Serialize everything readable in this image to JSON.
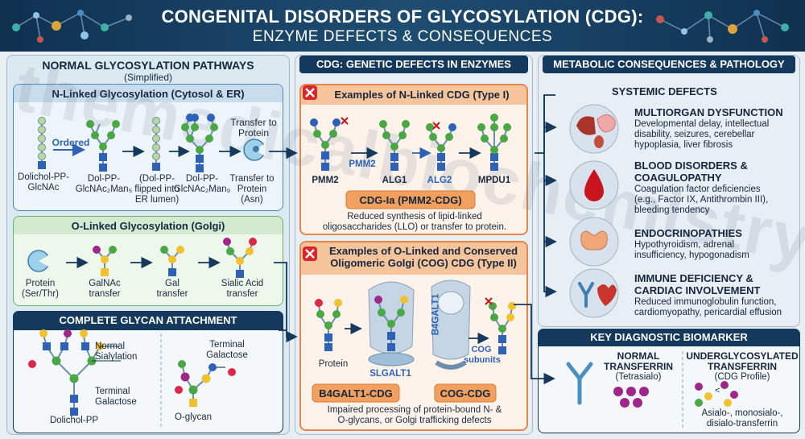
{
  "header": {
    "title": "CONGENITAL DISORDERS OF GLYCOSYLATION (CDG):",
    "subtitle": "ENZYME DEFECTS & CONSEQUENCES"
  },
  "left": {
    "title": "NORMAL GLYCOSYLATION PATHWAYS",
    "subtitle": "(Simplified)",
    "nlinked": {
      "title": "N-Linked Glycosylation (Cytosol & ER)",
      "ordered": "Ordered",
      "steps": [
        "Dolichol-PP-\nGlcNAc",
        "Dol-PP-\nGlcNAc₂Man₅",
        "(Dol-PP-\nflipped into\nER lumen)",
        "Dol-PP-\nGlcNAc₂Man₉",
        "Transfer to\nProtein\n(Asn)"
      ],
      "transfer_top": "Transfer to\nProtein"
    },
    "olinked": {
      "title": "O-Linked Glycosylation (Golgi)",
      "steps": [
        "Protein\n(Ser/Thr)",
        "GalNAc\ntransfer",
        "Gal\ntransfer",
        "Sialic Acid\ntransfer"
      ]
    },
    "complete": {
      "title": "COMPLETE GLYCAN ATTACHMENT",
      "normal": "Normal\nSialylation",
      "terminal1": "Terminal\nGalactose",
      "dolichol": "Dolichol-PP",
      "terminal2": "Terminal\nGalactose",
      "oglycan": "O-glycan"
    }
  },
  "middle": {
    "title": "CDG: GENETIC DEFECTS IN ENZYMES",
    "type1": {
      "title": "Examples of N-Linked CDG (Type I)",
      "labels": [
        "PMM2",
        "PMM2",
        "ALG1",
        "ALG2",
        "MPDU1"
      ],
      "badge": "CDG-Ia (PMM2-CDG)",
      "desc": "Reduced synthesis of lipid-linked\noligosaccharides (LLO) or transfer to protein."
    },
    "type2": {
      "title": "Examples of O-Linked and Conserved\nOligomeric Golgi (COG) CDG (Type II)",
      "protein": "Protein",
      "b4galt1": "B4GALT1",
      "slgalt1": "SLGALT1",
      "cog": "COG\nsubunits",
      "badge1": "B4GALT1-CDG",
      "badge2": "COG-CDG",
      "desc": "Impaired processing of protein-bound N- &\nO-glycans, or Golgi trafficking defects"
    }
  },
  "right": {
    "title": "METABOLIC CONSEQUENCES & PATHOLOGY",
    "systemic": "SYSTEMIC DEFECTS",
    "items": [
      {
        "title": "MULTIORGAN DYSFUNCTION",
        "desc": "Developmental delay, intellectual\ndisability, seizures, cerebellar\nhypoplasia, liver fibrosis"
      },
      {
        "title": "BLOOD DISORDERS &\nCOAGULOPATHY",
        "desc": "Coagulation factor deficiencies\n(e.g., Factor IX, Antithrombin III),\nbleeding tendency"
      },
      {
        "title": "ENDOCRINOPATHIES",
        "desc": "Hypothyroidism, adrenal\ninsufficiency, hypogonadism"
      },
      {
        "title": "IMMUNE DEFICIENCY &\nCARDIAC INVOLVEMENT",
        "desc": "Reduced immunoglobulin function,\ncardiomyopathy, pericardial effusion"
      }
    ],
    "biomarker": {
      "title": "KEY DIAGNOSTIC BIOMARKER",
      "normal": "NORMAL\nTRANSFERRIN",
      "normal_sub": "(Tetrasialo)",
      "under": "UNDERGLYCOSYLATED\nTRANSFERRIN",
      "under_sub": "(CDG Profile)",
      "forms": "Asialo-, monosialo-,\ndisialo-transferrin"
    }
  },
  "watermark": "themedicalbiochemistrypage.org",
  "colors": {
    "navy": "#14395c",
    "glcnac": "#2d62b8",
    "mannose": "#49a843",
    "galactose": "#f2c12e",
    "sialic": "#a0268a",
    "fucose": "#e02646",
    "panelLeft": "#dbe9f1",
    "orange": "#f4a866",
    "blood": "#c9141e"
  }
}
